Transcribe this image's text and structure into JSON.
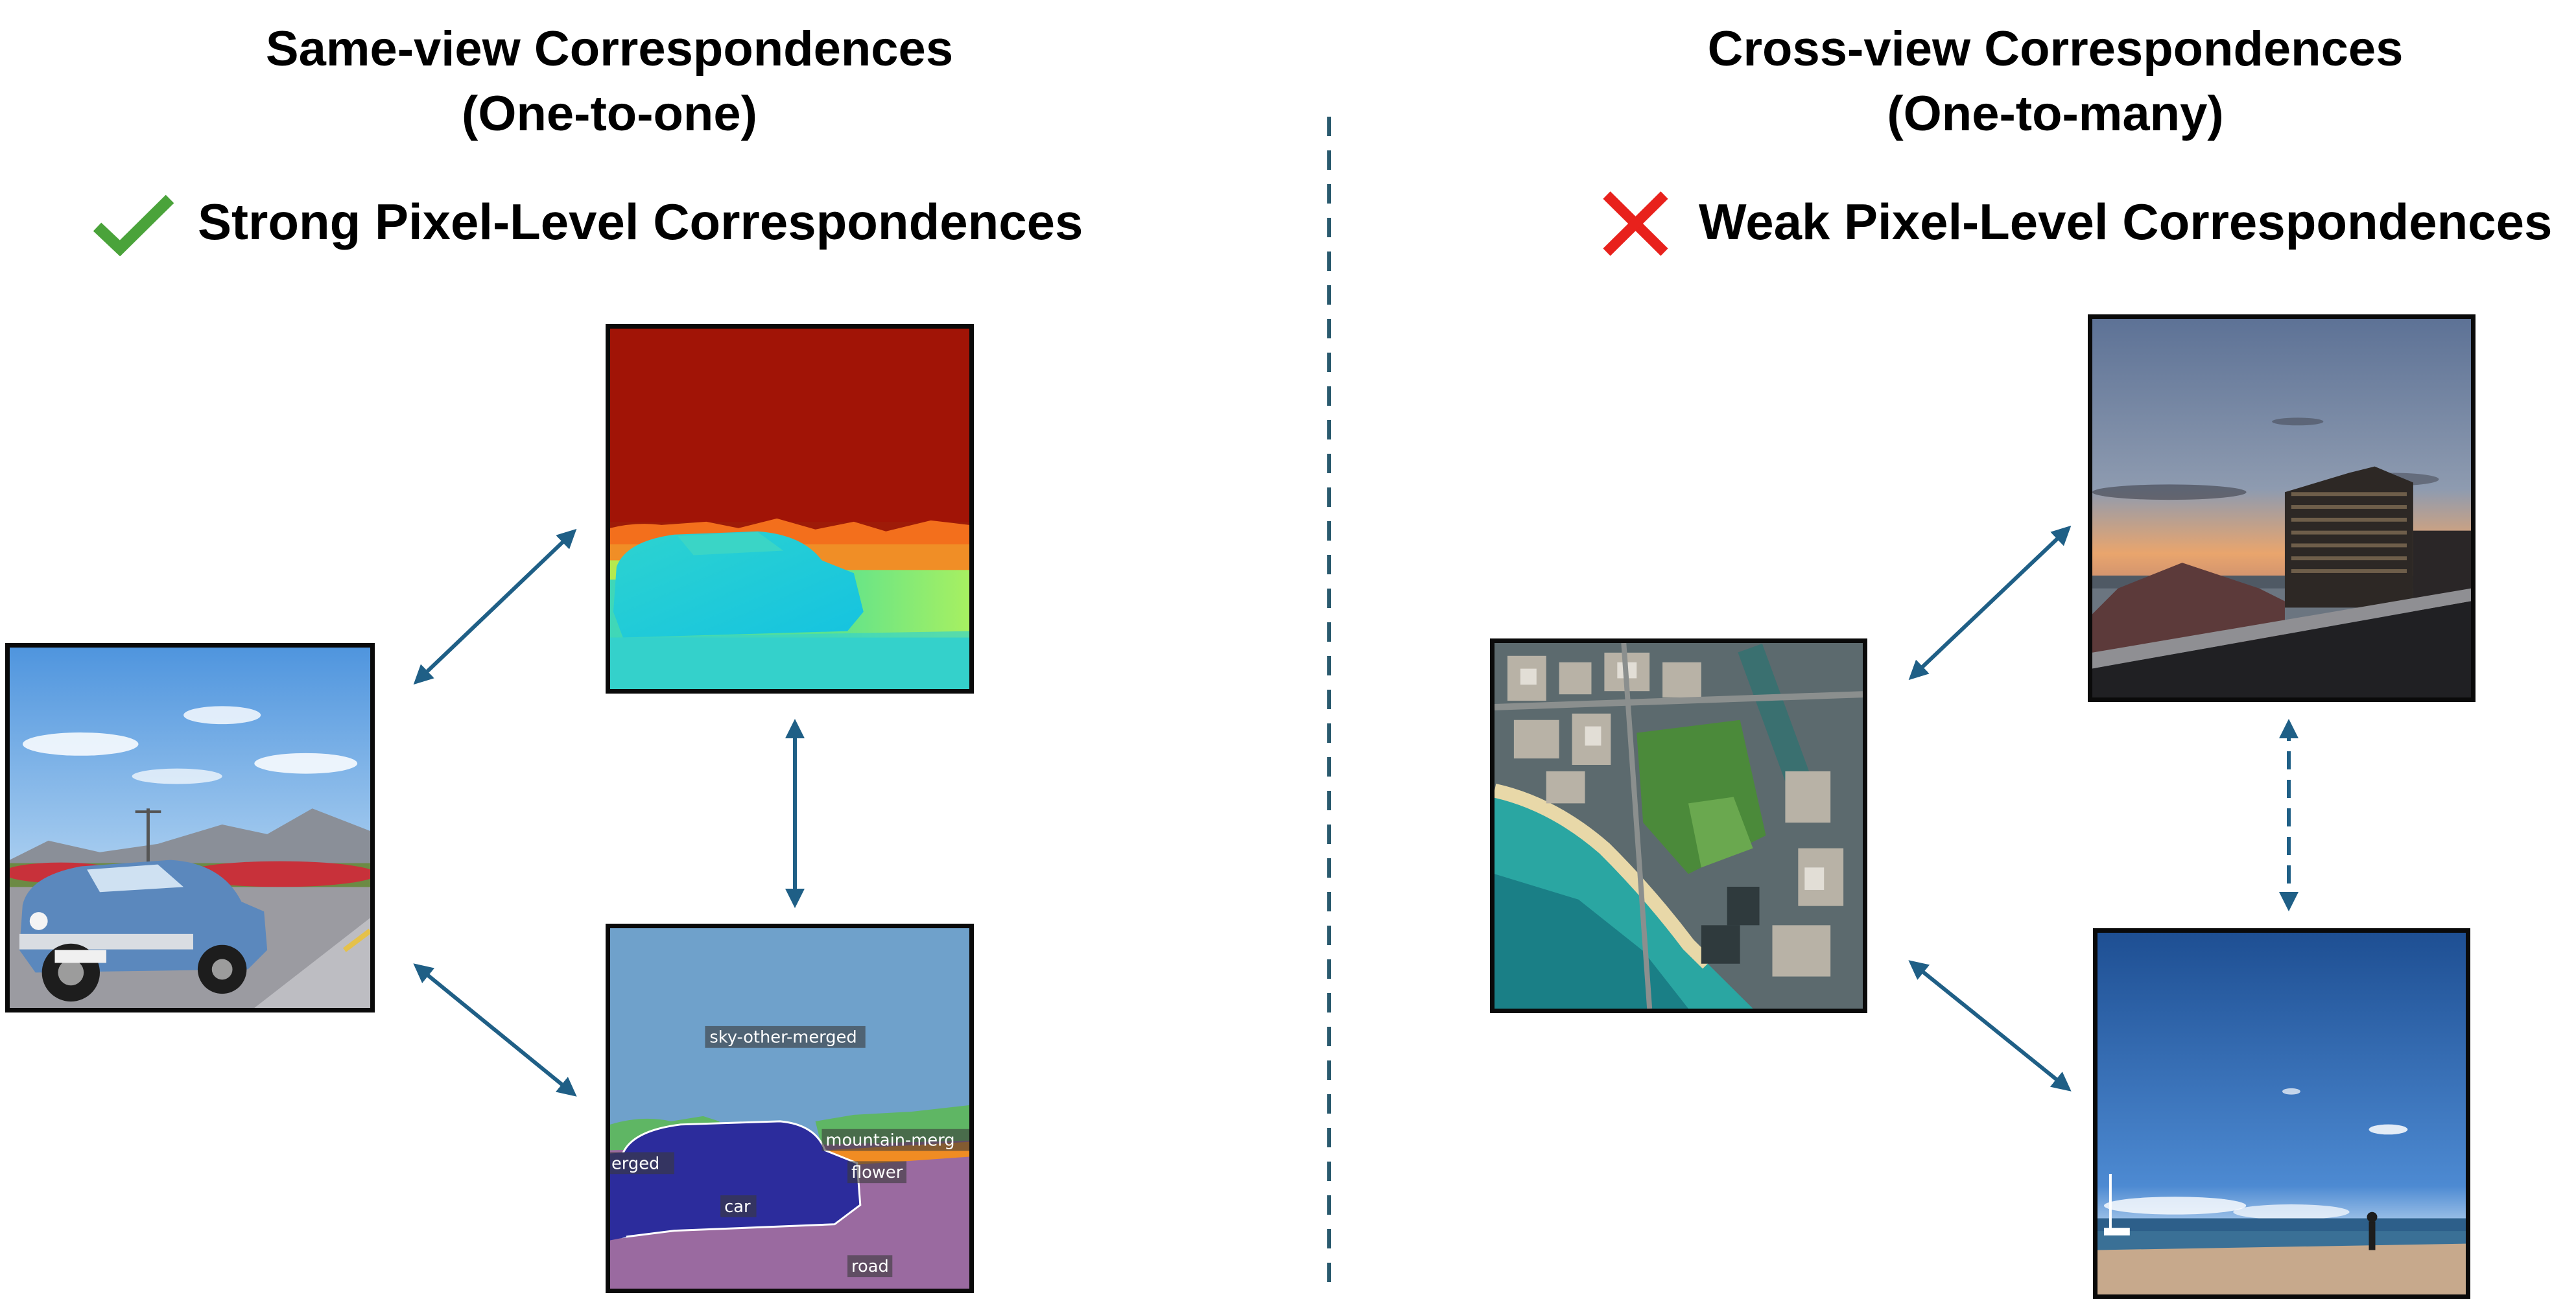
{
  "left": {
    "title_line1": "Same-view Correspondences",
    "title_line2": "(One-to-one)",
    "subtitle": "Strong Pixel-Level Correspondences",
    "mark_icon": "checkmark-icon",
    "mark_color": "#4aa33a",
    "segmentation_labels": [
      "sky-other-merged",
      "mountain-merg",
      "erged",
      "flower",
      "car",
      "road"
    ]
  },
  "right": {
    "title_line1": "Cross-view Correspondences",
    "title_line2": "(One-to-many)",
    "subtitle": "Weak Pixel-Level Correspondences",
    "mark_icon": "cross-icon",
    "mark_color": "#e8211c"
  },
  "arrow_color": "#1f5f86",
  "divider_color": "#2a5a6e"
}
